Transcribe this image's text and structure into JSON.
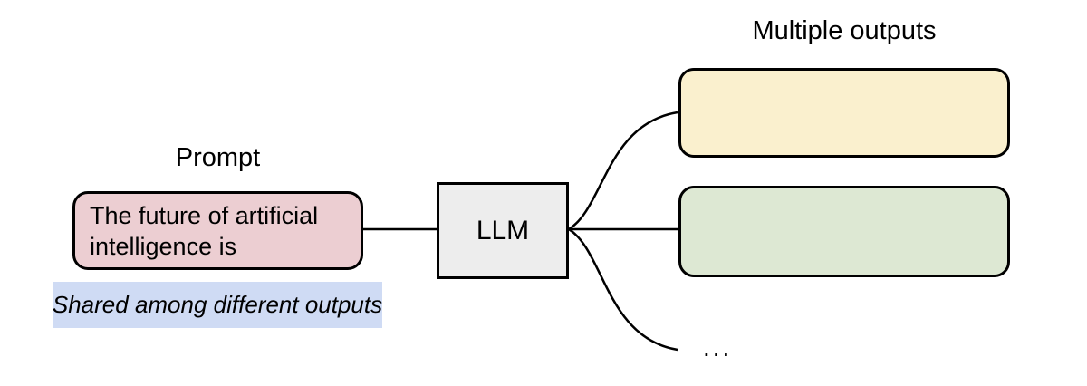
{
  "prompt": {
    "label": "Prompt",
    "text": "The future of artificial intelligence is",
    "fill": "#ecced2",
    "note": {
      "text": "Shared among different outputs",
      "fill": "#cfdbf4"
    }
  },
  "llm": {
    "label": "LLM",
    "fill": "#ededed"
  },
  "outputs": {
    "label": "Multiple outputs",
    "boxes": [
      {
        "id": "output-1",
        "fill": "#faf0ce"
      },
      {
        "id": "output-2",
        "fill": "#dde8d3"
      }
    ],
    "ellipsis": "..."
  },
  "stroke": {
    "color": "#000000",
    "width": "2.5"
  }
}
